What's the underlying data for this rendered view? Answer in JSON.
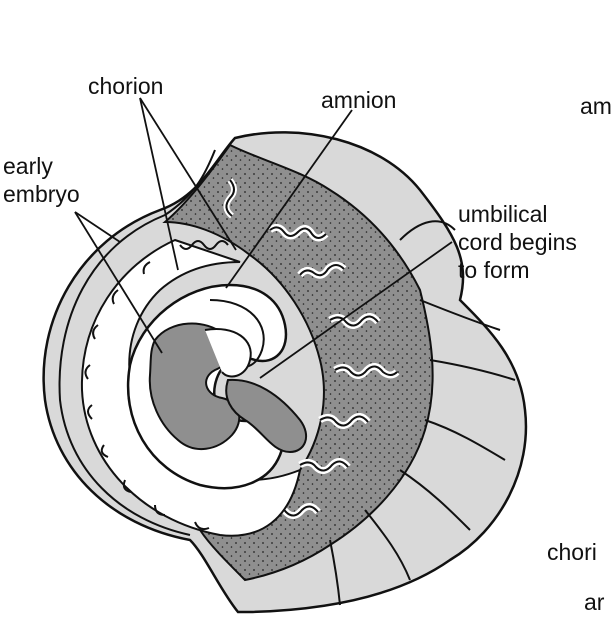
{
  "labels": {
    "chorion": "chorion",
    "amnion": "amnion",
    "early_embryo": [
      "early",
      "embryo"
    ],
    "umbilical": [
      "umbilical",
      "cord begins",
      "to form"
    ],
    "cut_top_right": "am",
    "cut_bottom_right_1": "chori",
    "cut_bottom_right_2": "ar"
  },
  "colors": {
    "ink": "#111111",
    "tissue_gray": "#8f8f8f",
    "light_gray": "#d9d9d9",
    "cavity_white": "#ffffff"
  }
}
